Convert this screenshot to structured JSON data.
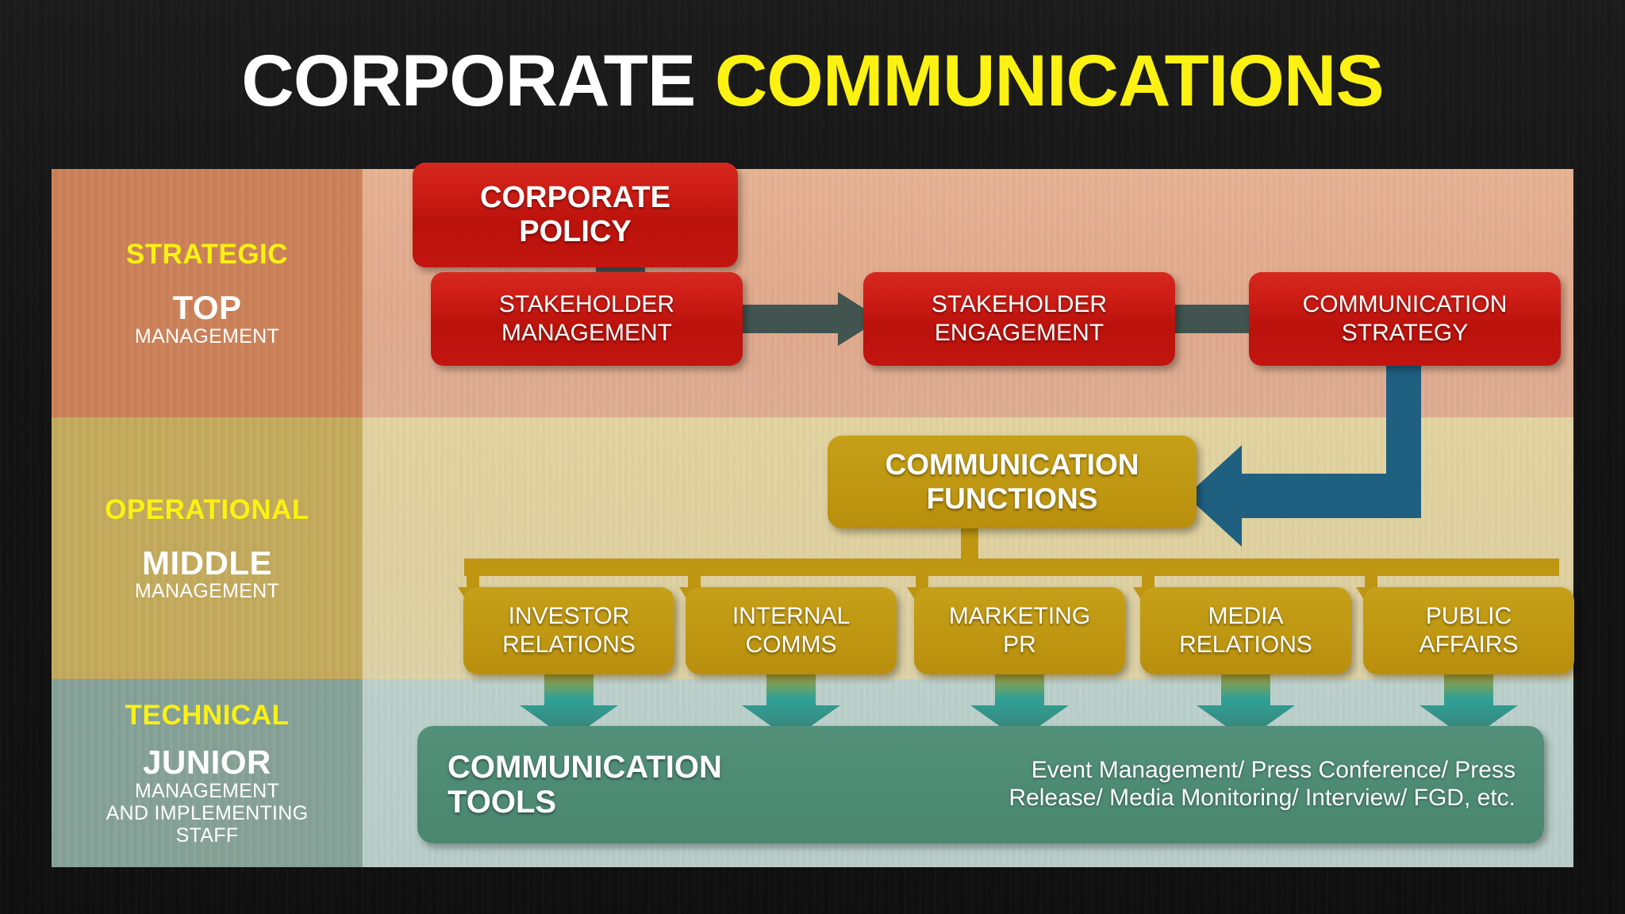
{
  "title": {
    "part_white": "CORPORATE",
    "part_yellow": "COMMUNICATIONS"
  },
  "colors": {
    "background": "#161616",
    "title_white": "#ffffff",
    "title_yellow": "#fbf113",
    "band_strategic": "#cd8259",
    "band_operational": "#c4ab5d",
    "band_technical": "#87a298",
    "node_red": "#c21510",
    "node_gold": "#bf9712",
    "node_green": "#4d8a73",
    "arrow_slate": "#45585a",
    "arrow_blue": "#1f5f80",
    "arrow_gold": "#bf9612",
    "arrow_teal": "#2a9d8f"
  },
  "levels": [
    {
      "stage": "STRATEGIC",
      "level": "TOP",
      "sublevel": "MANAGEMENT"
    },
    {
      "stage": "OPERATIONAL",
      "level": "MIDDLE",
      "sublevel": "MANAGEMENT"
    },
    {
      "stage": "TECHNICAL",
      "level": "JUNIOR",
      "sublevel": "MANAGEMENT\nAND IMPLEMENTING\nSTAFF"
    }
  ],
  "strategic_row": {
    "corporate_policy": "CORPORATE\nPOLICY",
    "stakeholder_management": "STAKEHOLDER\nMANAGEMENT",
    "stakeholder_engagement": "STAKEHOLDER\nENGAGEMENT",
    "communication_strategy": "COMMUNICATION\nSTRATEGY"
  },
  "operational_row": {
    "communication_functions": "COMMUNICATION\nFUNCTIONS",
    "functions": [
      "INVESTOR\nRELATIONS",
      "INTERNAL\nCOMMS",
      "MARKETING\nPR",
      "MEDIA\nRELATIONS",
      "PUBLIC\nAFFAIRS"
    ]
  },
  "technical_row": {
    "communication_tools_title": "COMMUNICATION\nTOOLS",
    "communication_tools_list": "Event Management/ Press Conference/ Press Release/ Media Monitoring/ Interview/ FGD, etc."
  },
  "icons": {
    "policy_down_arrow": "arrow-down-icon",
    "flow_right_arrow": "arrow-right-icon",
    "feedback_elbow_arrow": "elbow-arrow-left-icon",
    "tree_branch_arrow": "tree-branch-down-icon",
    "tools_down_arrow": "arrow-down-gradient-icon"
  }
}
